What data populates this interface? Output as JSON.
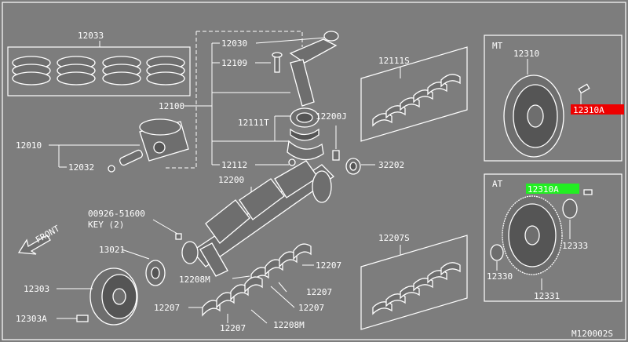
{
  "diagram_code": "M120002S",
  "labels": {
    "l12033": "12033",
    "l12030": "12030",
    "l12109": "12109",
    "l12100": "12100",
    "l12111T": "12111T",
    "l12200J": "12200J",
    "l12010": "12010",
    "l12032": "12032",
    "l12112": "12112",
    "l32202": "32202",
    "l12200": "12200",
    "l12111S": "12111S",
    "l12207S": "12207S",
    "l00926": "00926-51600",
    "lkey": "KEY (2)",
    "lfront": "FRONT",
    "l13021": "13021",
    "l12303": "12303",
    "l12303A": "12303A",
    "l12207a": "12207",
    "l12207b": "12207",
    "l12207c": "12207",
    "l12207d": "12207",
    "l12207e": "12207",
    "l12208Ma": "12208M",
    "l12208Mb": "12208M",
    "mt": "MT",
    "l12310": "12310",
    "l12310A_mt": "12310A",
    "at": "AT",
    "l12310A_at": "12310A",
    "l12333": "12333",
    "l12330": "12330",
    "l12331": "12331"
  },
  "highlights": {
    "mt_12310A": "#ee0000",
    "at_12310A": "#22ee22"
  }
}
